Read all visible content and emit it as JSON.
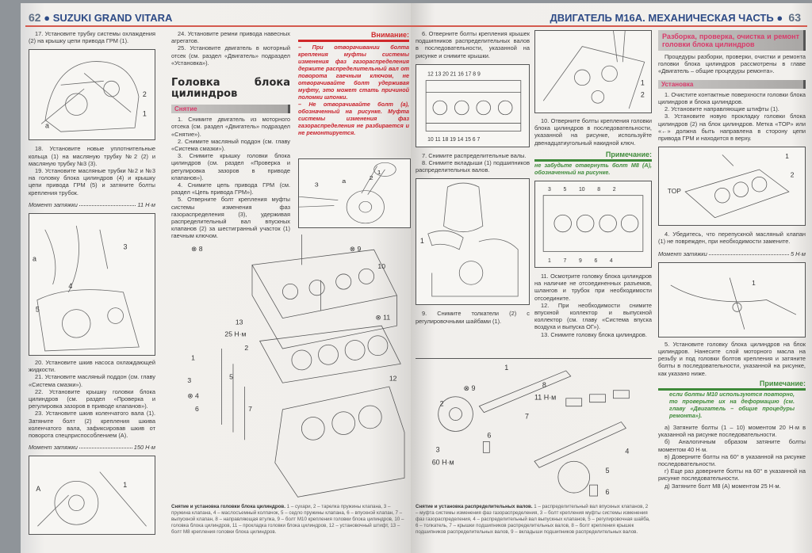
{
  "left_page": {
    "page_number": "62",
    "header": "SUZUKI GRAND VITARA",
    "col1": {
      "p17": "17. Установите трубку системы охлаждения (2) на крышку цепи привода ГРМ (1).",
      "p18": "18. Установите новые уплотнительные кольца (1) на масляную трубку №2 (2) и масляную трубку №3 (3).",
      "p19": "19. Установите масляные трубки №2 и №3 на головку блока цилиндров (4) и крышку цепи привода ГРМ (5) и затяните болты крепления трубок.",
      "torque1_label": "Момент затяжки",
      "torque1_value": "11 Н·м",
      "p20": "20. Установите шкив насоса охлаждающей жидкости.",
      "p21": "21. Установите масляный поддон (см. главу «Система смазки»).",
      "p22": "22. Установите крышку головки блока цилиндров (см. раздел «Проверка и регулировка зазоров в приводе клапанов»).",
      "p23": "23. Установите шкив коленчатого вала (1). Затяните болт (2) крепления шкива коленчатого вала, зафиксировав шкив от поворота спецприспособлением (A).",
      "torque2_label": "Момент затяжки",
      "torque2_value": "150 Н·м"
    },
    "col2": {
      "p24": "24. Установите ремни привода навесных агрегатов.",
      "p25": "25. Установите двигатель в моторный отсек (см. раздел «Двигатель» подраздел «Установка»).",
      "section_title": "Головка блока цилиндров",
      "subsection": "Снятие",
      "s1": "1. Снимите двигатель из моторного отсека (см. раздел «Двигатель» подраздел «Снятие»).",
      "s2": "2. Снимите масляный поддон (см. главу «Система смазки»).",
      "s3": "3. Снимите крышку головки блока цилиндров (см. раздел «Проверка и регулировка зазоров в приводе клапанов»).",
      "s4": "4. Снимите цепь привода ГРМ (см. раздел «Цепь привода ГРМ»).",
      "s5": "5. Отверните болт крепления муфты системы изменения фаз газораспределения (3), удерживая распределительный вал впускных клапанов (2) за шестигранный участок (1) гаечным ключом."
    },
    "col3": {
      "attention_title": "Внимание:",
      "attention_1": "– При отворачивании болта крепления муфты системы изменения фаз газораспределения держите распределительный вал от поворота гаечным ключом, не отворачивайте болт удерживая муфту, это может стать причиной поломки шпонки.",
      "attention_2": "– Не отворачивайте болт (а), обозначенный на рисунке. Муфта системы изменения фаз газораспределения не разбирается и не ремонтируется."
    },
    "figure_caption_title": "Снятие и установка головки блока цилиндров.",
    "figure_caption": "1 – сухари, 2 – тарелка пружины клапана, 3 – пружина клапана, 4 – маслосъемный колпачок, 5 – седло пружины клапана, 6 – впускной клапан, 7 – выпускной клапан, 8 – направляющая втулка, 9 – болт M10 крепления головки блока цилиндров, 10 – головка блока цилиндров, 11 – прокладка головки блока цилиндров, 12 – установочный штифт, 13 – болт M8 крепления головки блока цилиндров.",
    "fig_torque": "25 Н·м"
  },
  "right_page": {
    "page_number": "63",
    "header": "ДВИГАТЕЛЬ M16A. МЕХАНИЧЕСКАЯ ЧАСТЬ",
    "col1": {
      "p6": "6. Отверните болты крепления крышек подшипников распределительных валов в последовательности, указанной на рисунке и снимите крышки.",
      "p7": "7. Снимите распределительные валы.",
      "p8": "8. Снимите вкладыши (1) подшипников распределительных валов.",
      "p9": "9. Снимите толкатели (2) с регулировочными шайбами (1)."
    },
    "col2": {
      "p10": "10. Отверните болты крепления головки блока цилиндров в последовательности, указанной на рисунке, используйте двенадцатиугольный накидной ключ.",
      "note_title": "Примечание:",
      "note": "не забудьте отвернуть болт M8 (A), обозначенный на рисунке.",
      "p11": "11. Осмотрите головку блока цилиндров на наличие не отсоединенных разъемов, шлангов и трубок при необходимости отсоедините.",
      "p12": "12. При необходимости снимите впускной коллектор и выпускной коллектор (см. главу «Система впуска воздуха и выпуска ОГ»).",
      "p13": "13. Снимите головку блока цилиндров."
    },
    "col3": {
      "section_title": "Разборка, проверка, очистка и ремонт головки блока цилиндров",
      "intro": "Процедуры разборки, проверки, очистки и ремонта головки блока цилиндров рассмотрены в главе «Двигатель – общие процедуры ремонта».",
      "subsection": "Установка",
      "i1": "1. Очистите контактные поверхности головки блока цилиндров и блока цилиндров.",
      "i2": "2. Установите направляющие штифты (1).",
      "i3": "3. Установите новую прокладку головки блока цилиндров (2) на блок цилиндров. Метка «TOP» или «←» должна быть направлена в сторону цепи привода ГРМ и находится в верху.",
      "i4": "4. Убедитесь, что перепускной масляный клапан (1) не поврежден, при необходимости замените.",
      "torque_label": "Момент затяжки",
      "torque_value": "5 Н·м",
      "i5": "5. Установите головку блока цилиндров на блок цилиндров. Нанесите слой моторного масла на резьбу и под головки болтов крепления и затяните болты в последовательности, указанной на рисунке, как указано ниже.",
      "note_title": "Примечание:",
      "note": "если болты M10 используются повторно, то проверьте их на деформацию (см. главу «Двигатель – общие процедуры ремонта»).",
      "a": "а) Затяните болты (1 – 10) моментом 20 Н·м в указанной на рисунке последовательности.",
      "b": "б) Аналогичным образом затяните болты моментом 40 Н·м.",
      "c": "в) Доверните болты на 60° в указанной на рисунке последовательности.",
      "d": "г) Еще раз доверните болты на 60° в указанной на рисунке последовательности.",
      "e": "д) Затяните болт M8 (A) моментом 25 Н·м."
    },
    "figure_caption_title": "Снятие и установка распределительных валов.",
    "figure_caption": "1 – распределительный вал впускных клапанов, 2 – муфта системы изменения фаз газораспределения, 3 – болт крепления муфты системы изменения фаз газораспределения, 4 – распределительный вал выпускных клапанов, 5 – регулировочная шайба, 6 – толкатель, 7 – крышки подшипников распределительных валов, 8 – болт крепления крышек подшипников распределительных валов, 9 – вкладыши подшипников распределительных валов.",
    "fig_torque1": "11 Н·м",
    "fig_torque2": "60 Н·м",
    "seq_top": "12 13 20 21 16 17 8 9",
    "seq_bottom": "10 11 18 19 14 15 6 7",
    "head_seq_top": "3 5 10 8 2",
    "head_seq_bottom": "1 7 9 6 4",
    "gasket_mark": "TOP"
  },
  "colors": {
    "header_blue": "#2e4b86",
    "attention_red": "#d0282a",
    "note_green": "#3f8a3a",
    "section_pink": "#d93a6a"
  }
}
